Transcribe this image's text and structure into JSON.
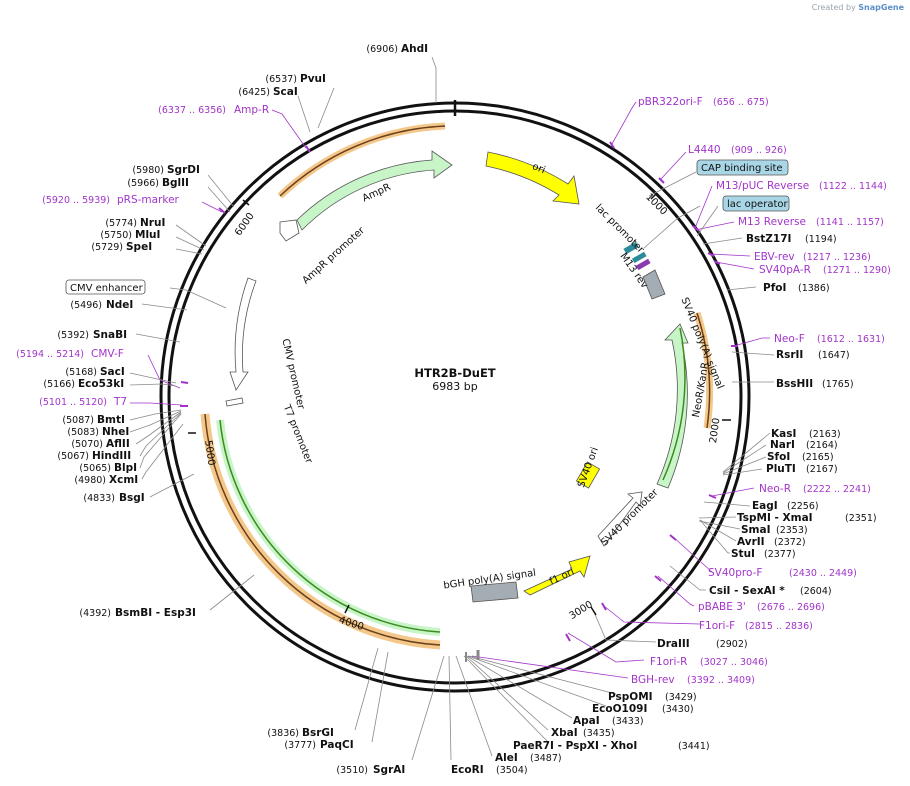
{
  "credit": {
    "prefix": "Created by",
    "brand": "SnapGene"
  },
  "plasmid": {
    "name": "HTR2B-DuET",
    "size_label": "6983 bp",
    "length": 6983
  },
  "ticks": [
    "1000",
    "2000",
    "3000",
    "4000",
    "5000",
    "6000"
  ],
  "sites": [
    {
      "name": "AhdI",
      "pos": "(6906)",
      "side": "left"
    },
    {
      "name": "PvuI",
      "pos": "(6537)",
      "side": "left"
    },
    {
      "name": "ScaI",
      "pos": "(6425)",
      "side": "left"
    },
    {
      "name": "SgrDI",
      "pos": "(5980)",
      "side": "left"
    },
    {
      "name": "BglII",
      "pos": "(5966)",
      "side": "left"
    },
    {
      "name": "NruI",
      "pos": "(5774)",
      "side": "left"
    },
    {
      "name": "MluI",
      "pos": "(5750)",
      "side": "left"
    },
    {
      "name": "SpeI",
      "pos": "(5729)",
      "side": "left"
    },
    {
      "name": "NdeI",
      "pos": "(5496)",
      "side": "left"
    },
    {
      "name": "SnaBI",
      "pos": "(5392)",
      "side": "left"
    },
    {
      "name": "SacI",
      "pos": "(5168)",
      "side": "left"
    },
    {
      "name": "Eco53kI",
      "pos": "(5166)",
      "side": "left"
    },
    {
      "name": "BmtI",
      "pos": "(5087)",
      "side": "left"
    },
    {
      "name": "NheI",
      "pos": "(5083)",
      "side": "left"
    },
    {
      "name": "AflII",
      "pos": "(5070)",
      "side": "left"
    },
    {
      "name": "HindIII",
      "pos": "(5067)",
      "side": "left"
    },
    {
      "name": "BlpI",
      "pos": "(5065)",
      "side": "left"
    },
    {
      "name": "XcmI",
      "pos": "(4980)",
      "side": "left"
    },
    {
      "name": "BsgI",
      "pos": "(4833)",
      "side": "left"
    },
    {
      "name": "BsmBI - Esp3I",
      "pos": "(4392)",
      "side": "left"
    },
    {
      "name": "BsrGI",
      "pos": "(3836)",
      "side": "left"
    },
    {
      "name": "PaqCI",
      "pos": "(3777)",
      "side": "left"
    },
    {
      "name": "SgrAI",
      "pos": "(3510)",
      "side": "left"
    },
    {
      "name": "EcoRI",
      "pos": "(3504)",
      "side": "right"
    },
    {
      "name": "AleI",
      "pos": "(3487)",
      "side": "right"
    },
    {
      "name": "PaeR7I - PspXI - XhoI",
      "pos": "(3441)",
      "side": "right"
    },
    {
      "name": "XbaI",
      "pos": "(3435)",
      "side": "right"
    },
    {
      "name": "ApaI",
      "pos": "(3433)",
      "side": "right"
    },
    {
      "name": "EcoO109I",
      "pos": "(3430)",
      "side": "right"
    },
    {
      "name": "PspOMI",
      "pos": "(3429)",
      "side": "right"
    },
    {
      "name": "DraIII",
      "pos": "(2902)",
      "side": "right"
    },
    {
      "name": "CsiI - SexAI *",
      "pos": "(2604)",
      "side": "right"
    },
    {
      "name": "StuI",
      "pos": "(2377)",
      "side": "right"
    },
    {
      "name": "AvrII",
      "pos": "(2372)",
      "side": "right"
    },
    {
      "name": "SmaI",
      "pos": "(2353)",
      "side": "right"
    },
    {
      "name": "TspMI - XmaI",
      "pos": "(2351)",
      "side": "right"
    },
    {
      "name": "EagI",
      "pos": "(2256)",
      "side": "right"
    },
    {
      "name": "PluTI",
      "pos": "(2167)",
      "side": "right"
    },
    {
      "name": "SfoI",
      "pos": "(2165)",
      "side": "right"
    },
    {
      "name": "NarI",
      "pos": "(2164)",
      "side": "right"
    },
    {
      "name": "KasI",
      "pos": "(2163)",
      "side": "right"
    },
    {
      "name": "BssHII",
      "pos": "(1765)",
      "side": "right"
    },
    {
      "name": "RsrII",
      "pos": "(1647)",
      "side": "right"
    },
    {
      "name": "PfoI",
      "pos": "(1386)",
      "side": "right"
    },
    {
      "name": "BstZ17I",
      "pos": "(1194)",
      "side": "right"
    }
  ],
  "primers": [
    {
      "name": "Amp-R",
      "range": "(6337 .. 6356)"
    },
    {
      "name": "pRS-marker",
      "range": "(5920 .. 5939)"
    },
    {
      "name": "CMV-F",
      "range": "(5194 .. 5214)"
    },
    {
      "name": "T7",
      "range": "(5101 .. 5120)"
    },
    {
      "name": "pBR322ori-F",
      "range": "(656 .. 675)"
    },
    {
      "name": "L4440",
      "range": "(909 .. 926)"
    },
    {
      "name": "M13/pUC Reverse",
      "range": "(1122 .. 1144)"
    },
    {
      "name": "M13 Reverse",
      "range": "(1141 .. 1157)"
    },
    {
      "name": "EBV-rev",
      "range": "(1217 .. 1236)"
    },
    {
      "name": "SV40pA-R",
      "range": "(1271 .. 1290)"
    },
    {
      "name": "Neo-F",
      "range": "(1612 .. 1631)"
    },
    {
      "name": "Neo-R",
      "range": "(2222 .. 2241)"
    },
    {
      "name": "SV40pro-F",
      "range": "(2430 .. 2449)"
    },
    {
      "name": "pBABE 3'",
      "range": "(2676 .. 2696)"
    },
    {
      "name": "F1ori-F",
      "range": "(2815 .. 2836)"
    },
    {
      "name": "F1ori-R",
      "range": "(3027 .. 3046)"
    },
    {
      "name": "BGH-rev",
      "range": "(3392 .. 3409)"
    }
  ],
  "boxed_features": [
    "CMV enhancer",
    "CAP binding site",
    "lac operator"
  ],
  "features": [
    "ori",
    "AmpR",
    "AmpR promoter",
    "lac promoter",
    "M13 rev",
    "SV40 poly(A) signal",
    "NeoR/KanR",
    "SV40 ori",
    "SV40 promoter",
    "f1 ori",
    "bGH poly(A) signal",
    "CMV promoter",
    "T7 promoter"
  ],
  "colors": {
    "primer": "#a234c9",
    "ori": "#ffff00",
    "resistance": "#c8f5c8",
    "orf": "#f4c78a",
    "orf_core": "#6a3f1a",
    "orf_core_green": "#3e8a1e",
    "poly_a": "#a4acb4",
    "box_blue": "#a9d6e6",
    "promoter": "#ffffff"
  }
}
